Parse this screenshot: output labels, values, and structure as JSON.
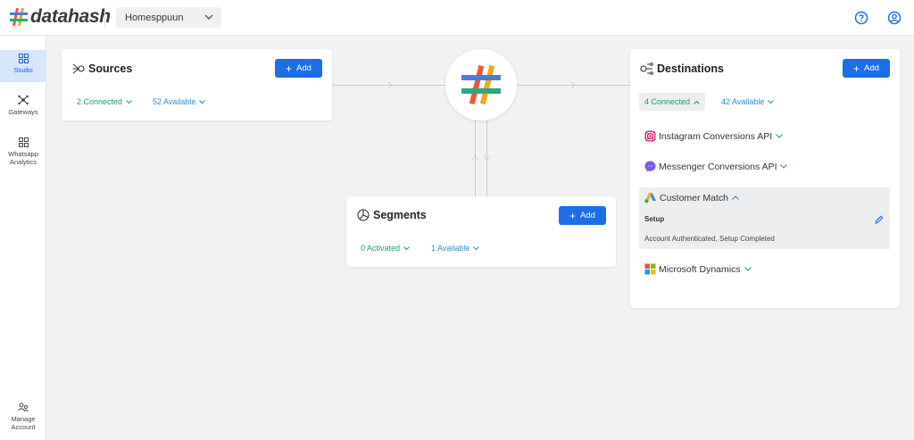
{
  "header": {
    "logo_text": "datahash",
    "workspace": "Homesppuun"
  },
  "sidebar": {
    "items": [
      {
        "label": "Studio",
        "icon": "grid-icon",
        "active": true
      },
      {
        "label": "Gateways",
        "icon": "network-icon",
        "active": false
      },
      {
        "label": "Whatsapp Analytics",
        "label_lines": [
          "Whatsapp",
          "Analytics"
        ],
        "icon": "grid-icon",
        "active": false
      },
      {
        "label": "Manage Account",
        "label_lines": [
          "Manage",
          "Account"
        ],
        "icon": "users-icon",
        "active": false
      }
    ]
  },
  "sources": {
    "title": "Sources",
    "add_label": "Add",
    "connected": "2 Connected",
    "available": "52 Available"
  },
  "segments": {
    "title": "Segments",
    "add_label": "Add",
    "activated": "0 Activated",
    "available": "1 Available"
  },
  "destinations": {
    "title": "Destinations",
    "add_label": "Add",
    "connected": "4 Connected",
    "available": "42 Available",
    "items": [
      {
        "name": "Instagram Conversions API",
        "icon": "instagram-icon"
      },
      {
        "name": "Messenger Conversions API",
        "icon": "messenger-icon"
      },
      {
        "name": "Customer Match",
        "icon": "google-ads-icon",
        "expanded": true,
        "setup_label": "Setup",
        "status": "Account Authenticated, Setup Completed"
      },
      {
        "name": "Microsoft Dynamics",
        "icon": "microsoft-icon"
      }
    ]
  },
  "colors": {
    "primary": "#1b6ee8",
    "connected_green": "#1e9b72",
    "available_blue": "#2b8ec4",
    "sidebar_active": "#d8e6fb"
  }
}
